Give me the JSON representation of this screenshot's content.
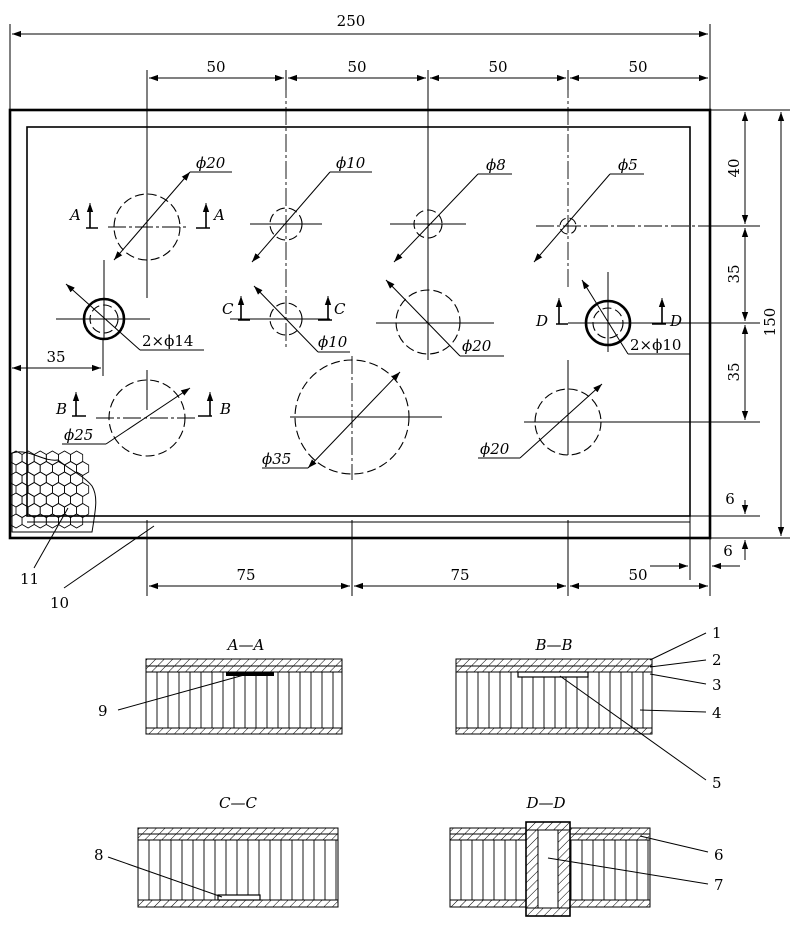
{
  "dims": {
    "overall_width": "250",
    "spacing_top": [
      "50",
      "50",
      "50",
      "50"
    ],
    "spacing_bottom": [
      "75",
      "75",
      "50"
    ],
    "overall_height": "150",
    "right_rows": [
      "40",
      "35",
      "35"
    ],
    "edge_bottom": "6",
    "edge_right": "6",
    "left_offset": "35"
  },
  "holes": {
    "a1": "ϕ20",
    "a2": "ϕ10",
    "a3": "ϕ8",
    "a4": "ϕ5",
    "b1": "2×ϕ14",
    "b2": "ϕ10",
    "b3": "ϕ20",
    "b4": "2×ϕ10",
    "c1": "ϕ25",
    "c2": "ϕ35",
    "c3": "ϕ20"
  },
  "section_marks": {
    "a": "A",
    "b": "B",
    "c": "C",
    "d": "D"
  },
  "part_numbers": [
    "1",
    "2",
    "3",
    "4",
    "5",
    "6",
    "7",
    "8",
    "9",
    "10",
    "11"
  ],
  "sections": {
    "aa": "A—A",
    "bb": "B—B",
    "cc": "C—C",
    "dd": "D—D"
  }
}
